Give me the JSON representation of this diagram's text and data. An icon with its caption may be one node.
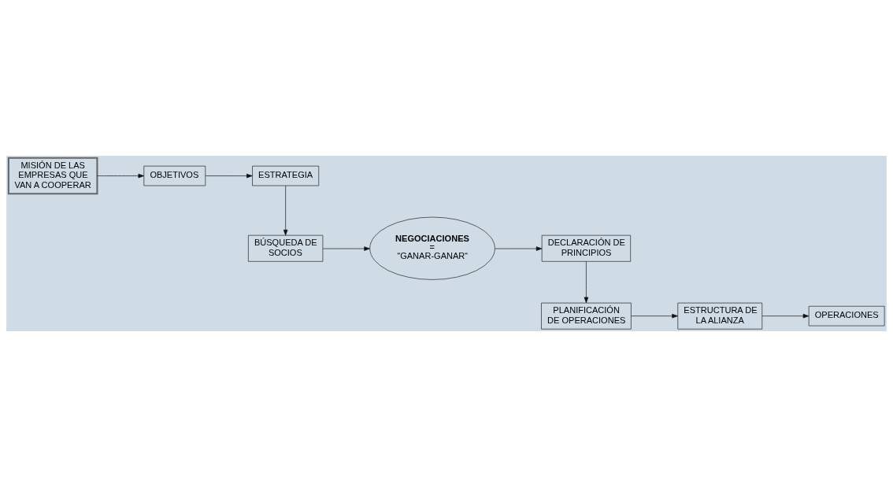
{
  "diagram": {
    "nodes": [
      {
        "text": [
          "MISIÓN DE LAS EMPRESAS QUE VAN A COOPERAR"
        ]
      },
      {
        "text": [
          "OBJETIVOS"
        ]
      },
      {
        "text": [
          "ESTRATEGIA"
        ]
      },
      {
        "text": [
          "BÚSQUEDA DE SOCIOS"
        ]
      },
      {
        "text": [
          "NEGOCIACIONES",
          "=",
          "“GANAR-GANAR“"
        ]
      },
      {
        "text": [
          "DECLARACIÓN DE PRINCIPIOS"
        ]
      },
      {
        "text": [
          "PLANIFICACIÓN DE OPERACIONES"
        ]
      },
      {
        "text": [
          "ESTRUCTURA DE LA ALIANZA"
        ]
      },
      {
        "text": [
          "OPERACIONES"
        ]
      }
    ],
    "edges": [
      {
        "from": 0,
        "to": 1,
        "arrow": "to"
      },
      {
        "from": 1,
        "to": 2,
        "arrow": "to"
      },
      {
        "from": 2,
        "to": 3,
        "arrow": "to"
      },
      {
        "from": 3,
        "to": 4,
        "arrow": "to"
      },
      {
        "from": 4,
        "to": 5,
        "arrow": "to"
      },
      {
        "from": 5,
        "to": 6,
        "arrow": "to"
      },
      {
        "from": 6,
        "to": 7,
        "arrow": "to"
      },
      {
        "from": 7,
        "to": 8,
        "arrow": "to"
      }
    ]
  }
}
